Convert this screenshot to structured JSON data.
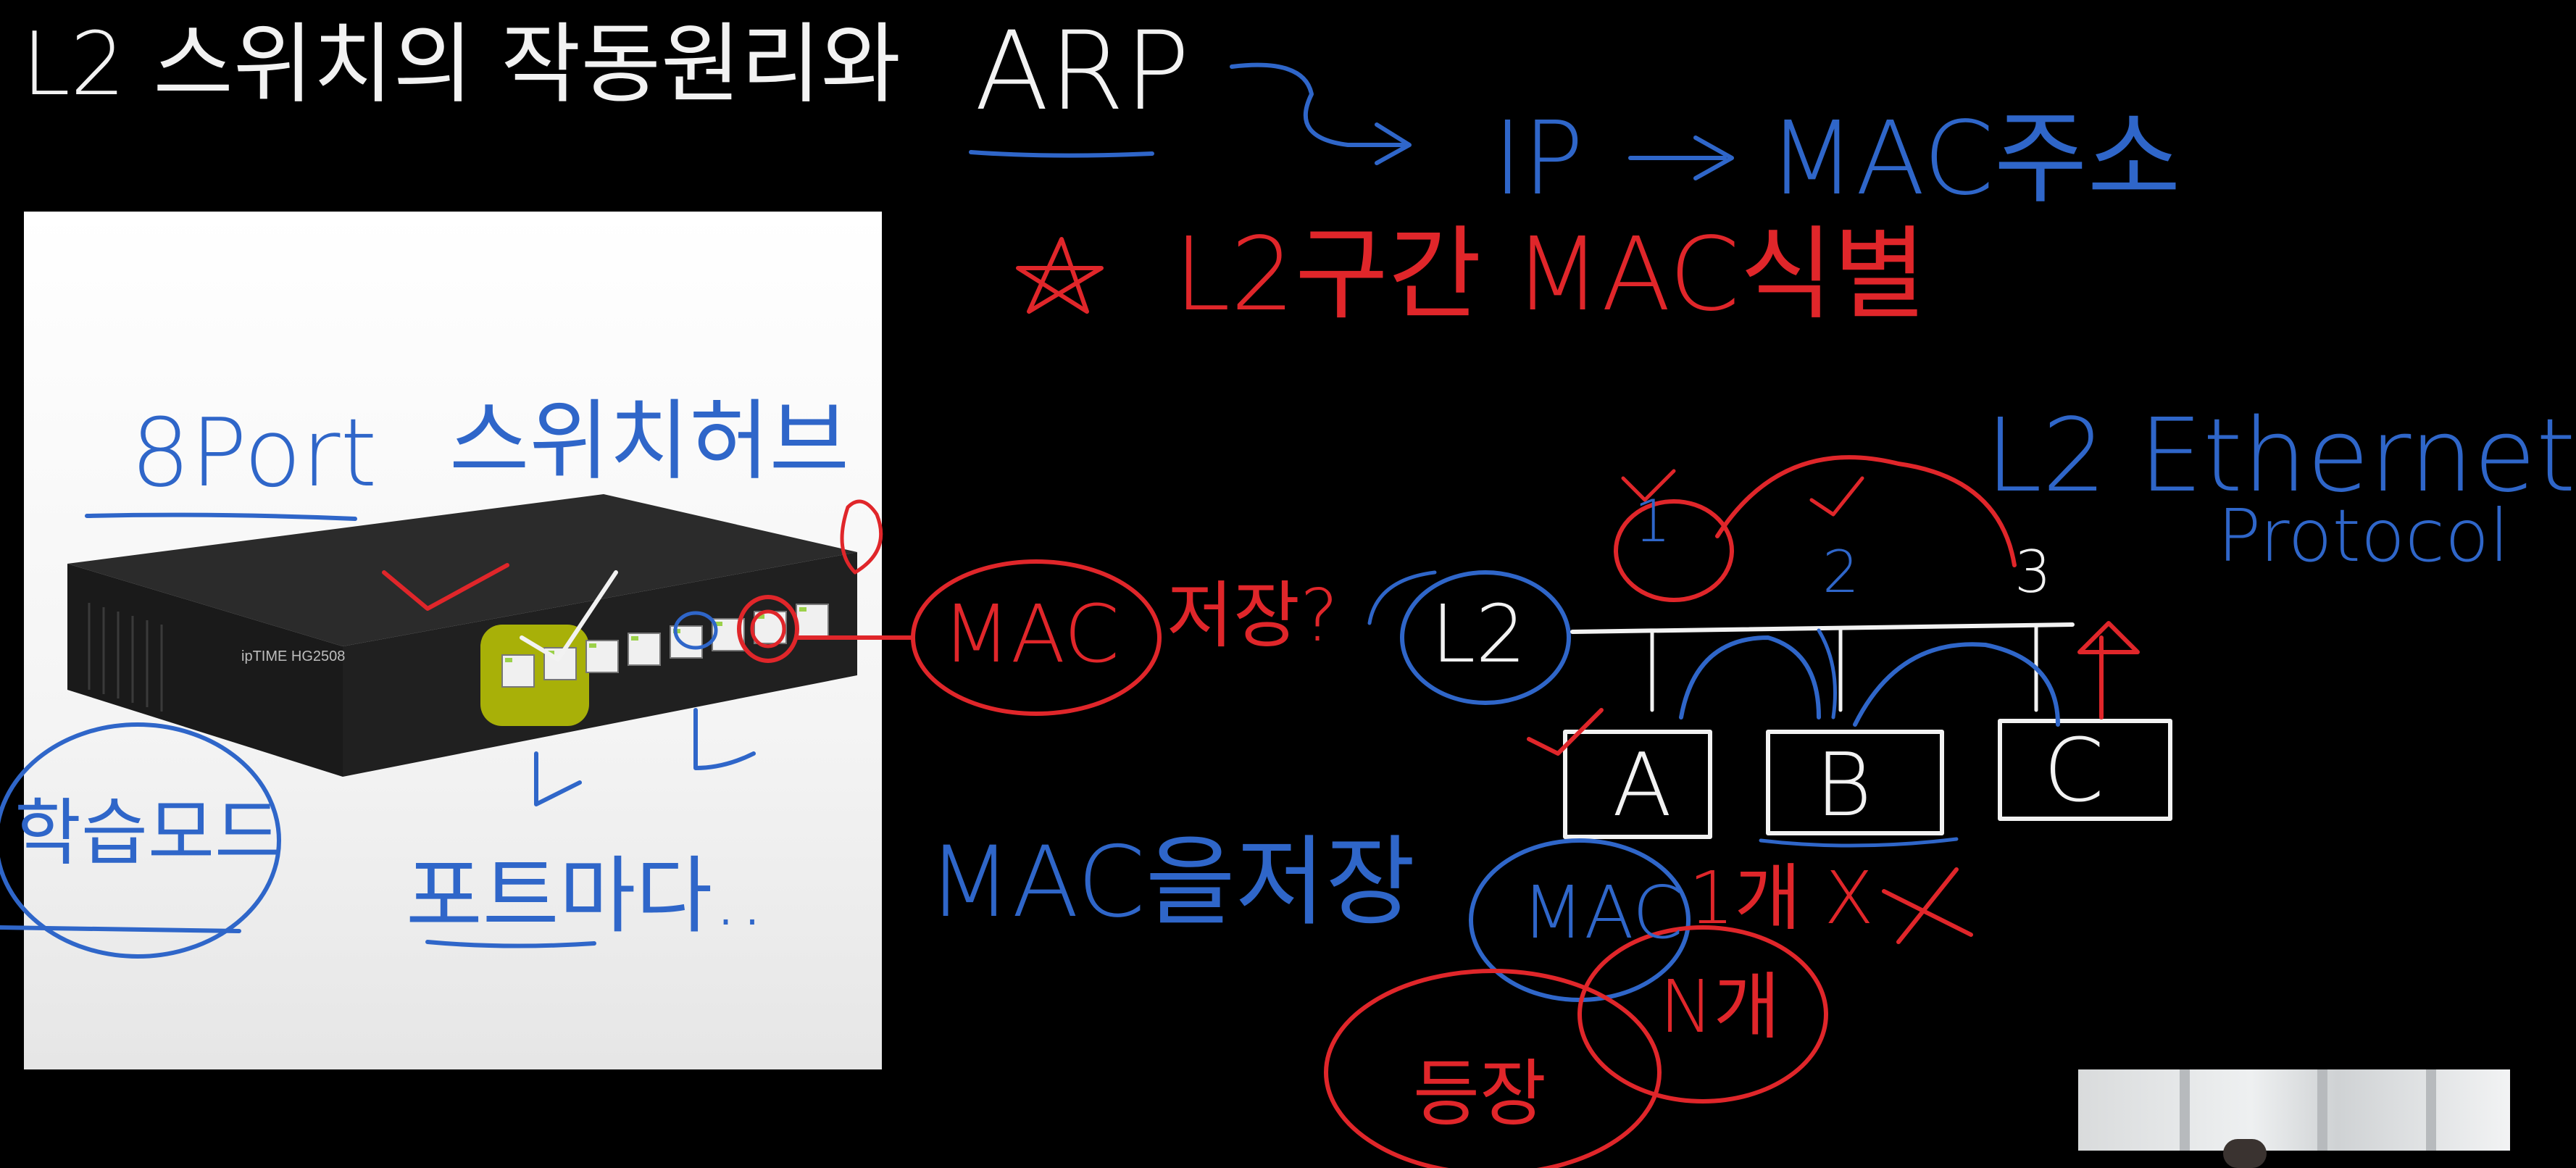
{
  "board": {
    "title": {
      "prefix": "L2 스위치의 작동원리와",
      "keyword": "ARP"
    },
    "arp_result": {
      "ip": "IP",
      "mac": "MAC주소"
    },
    "star_note": "L2구간 MAC식별",
    "ethernet_note": {
      "line1": "L2 Ethernet",
      "line2": "Protocol"
    },
    "switch_photo": {
      "brand": "ipTIME HG2508",
      "port_label": "8Port",
      "switch_hub_label": "스위치허브",
      "learning_mode_label": "학습모드",
      "per_port_label": "포트마다..",
      "port_count": 8
    },
    "mac_storage_note": {
      "mac": "MAC",
      "saved": "저장?"
    },
    "mac_store_bottom": "MAC을저장",
    "mac_circle": "MAC",
    "count_note": "1개 X",
    "n_count": "N개",
    "range_note": "등장",
    "l2_node": "L2",
    "port_numbers": [
      "1",
      "2",
      "3"
    ],
    "hosts": [
      "A",
      "B",
      "C"
    ],
    "colors": {
      "white_ink": "#f2f2f2",
      "blue_ink": "#2f66c9",
      "red_ink": "#e0262a",
      "highlight": "#d6e000",
      "background": "#000000"
    }
  }
}
